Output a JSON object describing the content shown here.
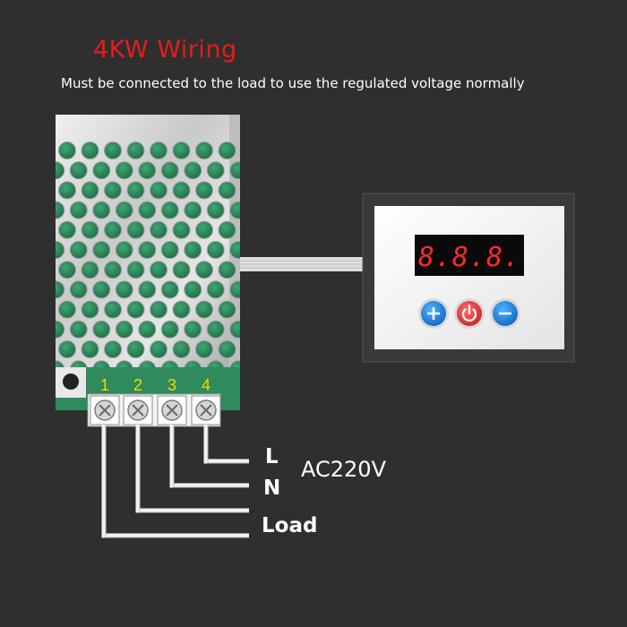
{
  "title": "4KW Wiring",
  "subtitle": "Must be connected to the load to use the regulated voltage normally",
  "display": {
    "readout": "8.8.8."
  },
  "terminals": [
    {
      "number": "1"
    },
    {
      "number": "2"
    },
    {
      "number": "3"
    },
    {
      "number": "4"
    }
  ],
  "wires": {
    "l_label": "L",
    "n_label": "N",
    "load_label": "Load",
    "supply_label": "AC220V"
  },
  "buttons": {
    "plus_icon": "plus-icon",
    "power_icon": "power-icon",
    "minus_icon": "minus-icon"
  },
  "colors": {
    "title": "#e81c1c",
    "terminal_labels": "#f5d800",
    "pcb_green": "#2f8a5c",
    "button_blue": "#1e88e5",
    "button_red": "#e53935",
    "display_red": "#ff2a2a"
  }
}
